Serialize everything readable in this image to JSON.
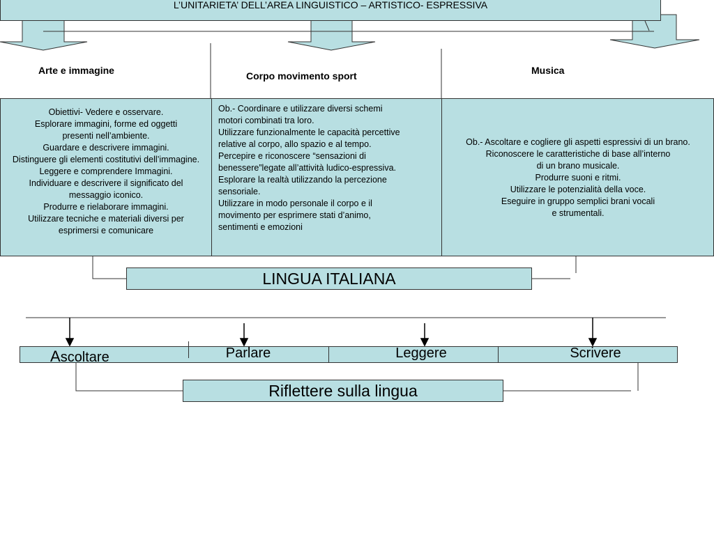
{
  "diagram": {
    "title": "L’UNITARIETA’ DELL’AREA LINGUISTICO – ARTISTICO- ESPRESSIVA",
    "columns": {
      "arte": {
        "heading": "Arte e immagine",
        "lines": [
          "Obiettivi-    Vedere e osservare.",
          "Esplorare immagini, forme ed oggetti",
          "presenti nell’ambiente.",
          "Guardare e descrivere immagini.",
          "Distinguere gli elementi costitutivi dell’immagine.",
          "Leggere e comprendere Immagini.",
          "Individuare e descrivere il significato del",
          "messaggio iconico.",
          "Produrre e rielaborare immagini.",
          "Utilizzare tecniche e materiali diversi per",
          "esprimersi e comunicare"
        ]
      },
      "corpo": {
        "heading": "Corpo movimento sport",
        "lines": [
          "Ob.-   Coordinare e utilizzare diversi schemi",
          "motori combinati tra loro.",
          "Utilizzare funzionalmente le capacità percettive",
          "relative al corpo, allo spazio e al tempo.",
          "Percepire e riconoscere “sensazioni di",
          "benessere”legate all’attività ludico-espressiva.",
          "Esplorare la realtà utilizzando la percezione",
          "sensoriale.",
          "Utilizzare in modo personale il corpo e il",
          "movimento per esprimere stati d’animo,",
          "sentimenti e emozioni"
        ]
      },
      "musica": {
        "heading": "Musica",
        "lines": [
          "Ob.- Ascoltare e cogliere gli aspetti espressivi di un brano.",
          "Riconoscere le caratteristiche di base all’interno",
          "di un brano musicale.",
          "Produrre suoni e ritmi.",
          "Utilizzare le potenzialità della voce.",
          "Eseguire in gruppo semplici brani vocali",
          "e strumentali."
        ]
      }
    },
    "lingua": "LINGUA ITALIANA",
    "skills": {
      "ascoltare_initial": "A",
      "ascoltare_rest": "scoltare",
      "parlare": "Parlare",
      "leggere": "Leggere",
      "scrivere": "Scrivere"
    },
    "riflettere": "Riflettere sulla lingua",
    "colors": {
      "box_fill": "#b8dfe2",
      "stroke": "#333333"
    }
  }
}
